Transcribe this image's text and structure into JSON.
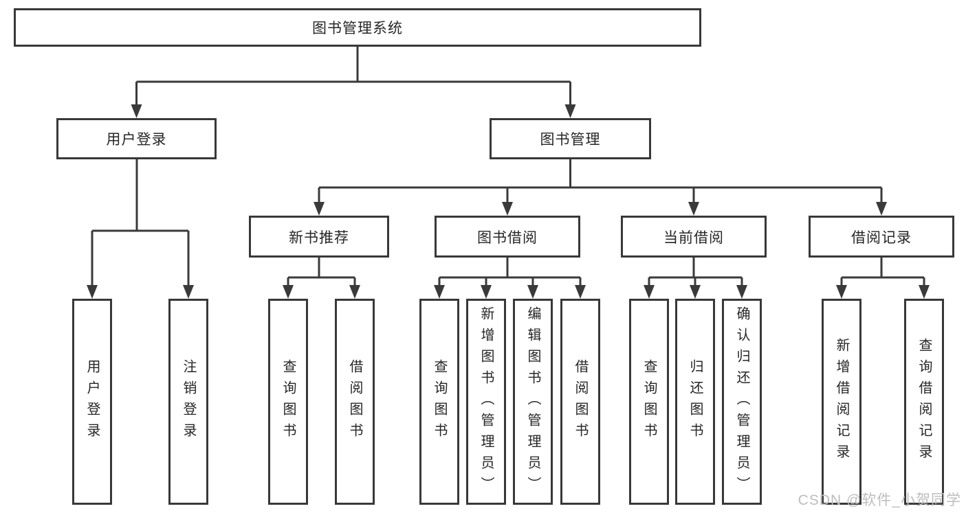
{
  "diagram": {
    "root": {
      "label": "图书管理系统"
    },
    "branches": [
      {
        "label": "用户登录"
      },
      {
        "label": "图书管理"
      }
    ],
    "categories": [
      {
        "label": "新书推荐"
      },
      {
        "label": "图书借阅"
      },
      {
        "label": "当前借阅"
      },
      {
        "label": "借阅记录"
      }
    ],
    "leaves": [
      {
        "label": "用户登录"
      },
      {
        "label": "注销登录"
      },
      {
        "label": "查询图书"
      },
      {
        "label": "借阅图书"
      },
      {
        "label": "查询图书"
      },
      {
        "label": "新增图书（管理员）"
      },
      {
        "label": "编辑图书（管理员）"
      },
      {
        "label": "借阅图书"
      },
      {
        "label": "查询图书"
      },
      {
        "label": "归还图书"
      },
      {
        "label": "确认归还（管理员）"
      },
      {
        "label": "新增借阅记录"
      },
      {
        "label": "查询借阅记录"
      }
    ]
  },
  "watermark": {
    "text": "CSDN @软件_小贺同学"
  },
  "colors": {
    "line": "#3a3a3a",
    "border": "#383838",
    "text": "#262626",
    "watermark": "#bdbdbd",
    "background": "#ffffff"
  }
}
